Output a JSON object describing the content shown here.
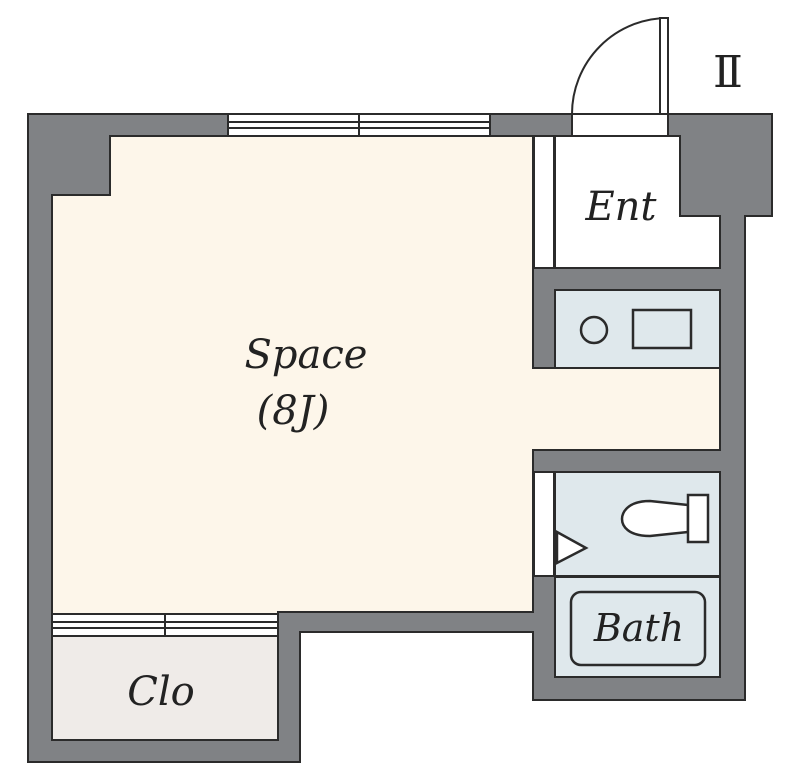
{
  "labels": {
    "floor_mark": "Ⅱ",
    "entrance": "Ent",
    "main_room": "Space",
    "main_room_size": "(8J)",
    "bath": "Bath",
    "closet": "Clo"
  },
  "colors": {
    "wall": "#808285",
    "outline": "#2b2b2b",
    "room_floor": "#fdf6ea",
    "wet_area": "#dfe8ec",
    "closet_floor": "#efebe8",
    "entrance_floor": "#ffffff"
  }
}
